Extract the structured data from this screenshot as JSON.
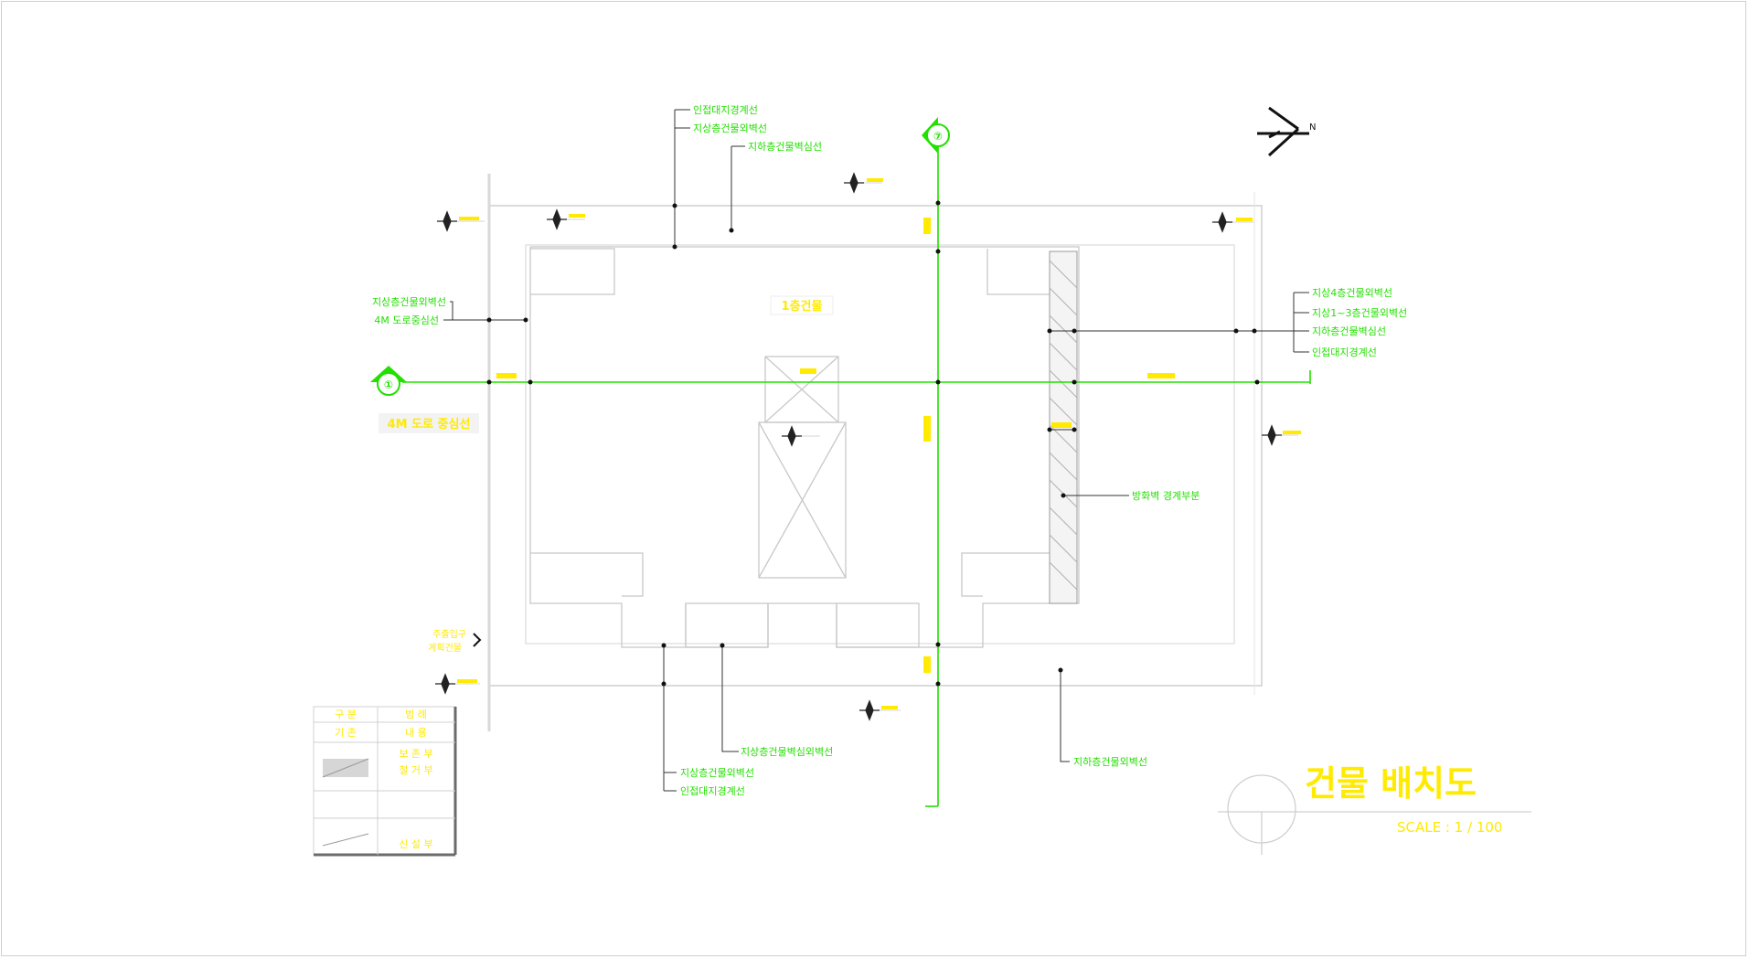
{
  "colors": {
    "green": "#22e000",
    "yellow": "#ffea00",
    "line": "#cfcfcf",
    "dark": "#222222",
    "hatch": "#9a9a9a"
  },
  "drawing": {
    "title": "건물 배치도",
    "scale": "SCALE : 1 / 100",
    "building_label": "1층건물",
    "axis_marker_left": "①",
    "axis_marker_top": "⑦",
    "left_tag": "4M 도로 중심선",
    "arrow_label_line1": "주출입구",
    "arrow_label_line2": "계획건물"
  },
  "callouts": {
    "top": [
      "인접대지경계선",
      "지상층건물외벽선",
      "지하층건물벽심선"
    ],
    "left": [
      "지상층건물외벽선",
      "4M 도로중심선"
    ],
    "right": [
      "지상4층건물외벽선",
      "지상1~3층건물외벽선",
      "지하층건물벽심선",
      "인접대지경계선"
    ],
    "wall": "방화벽 경계부분",
    "bottom": [
      "지상층건물벽심외벽선",
      "지상층건물외벽선",
      "인접대지경계선"
    ],
    "bottom_right": "지하층건물외벽선"
  },
  "legend": {
    "header": [
      "구 분",
      "범 례"
    ],
    "rows": [
      [
        "기 존",
        "내 용"
      ],
      [
        "",
        "보 존 부"
      ],
      [
        "",
        "철 거 부"
      ],
      [
        "",
        ""
      ],
      [
        "",
        "신 설 부"
      ]
    ]
  }
}
